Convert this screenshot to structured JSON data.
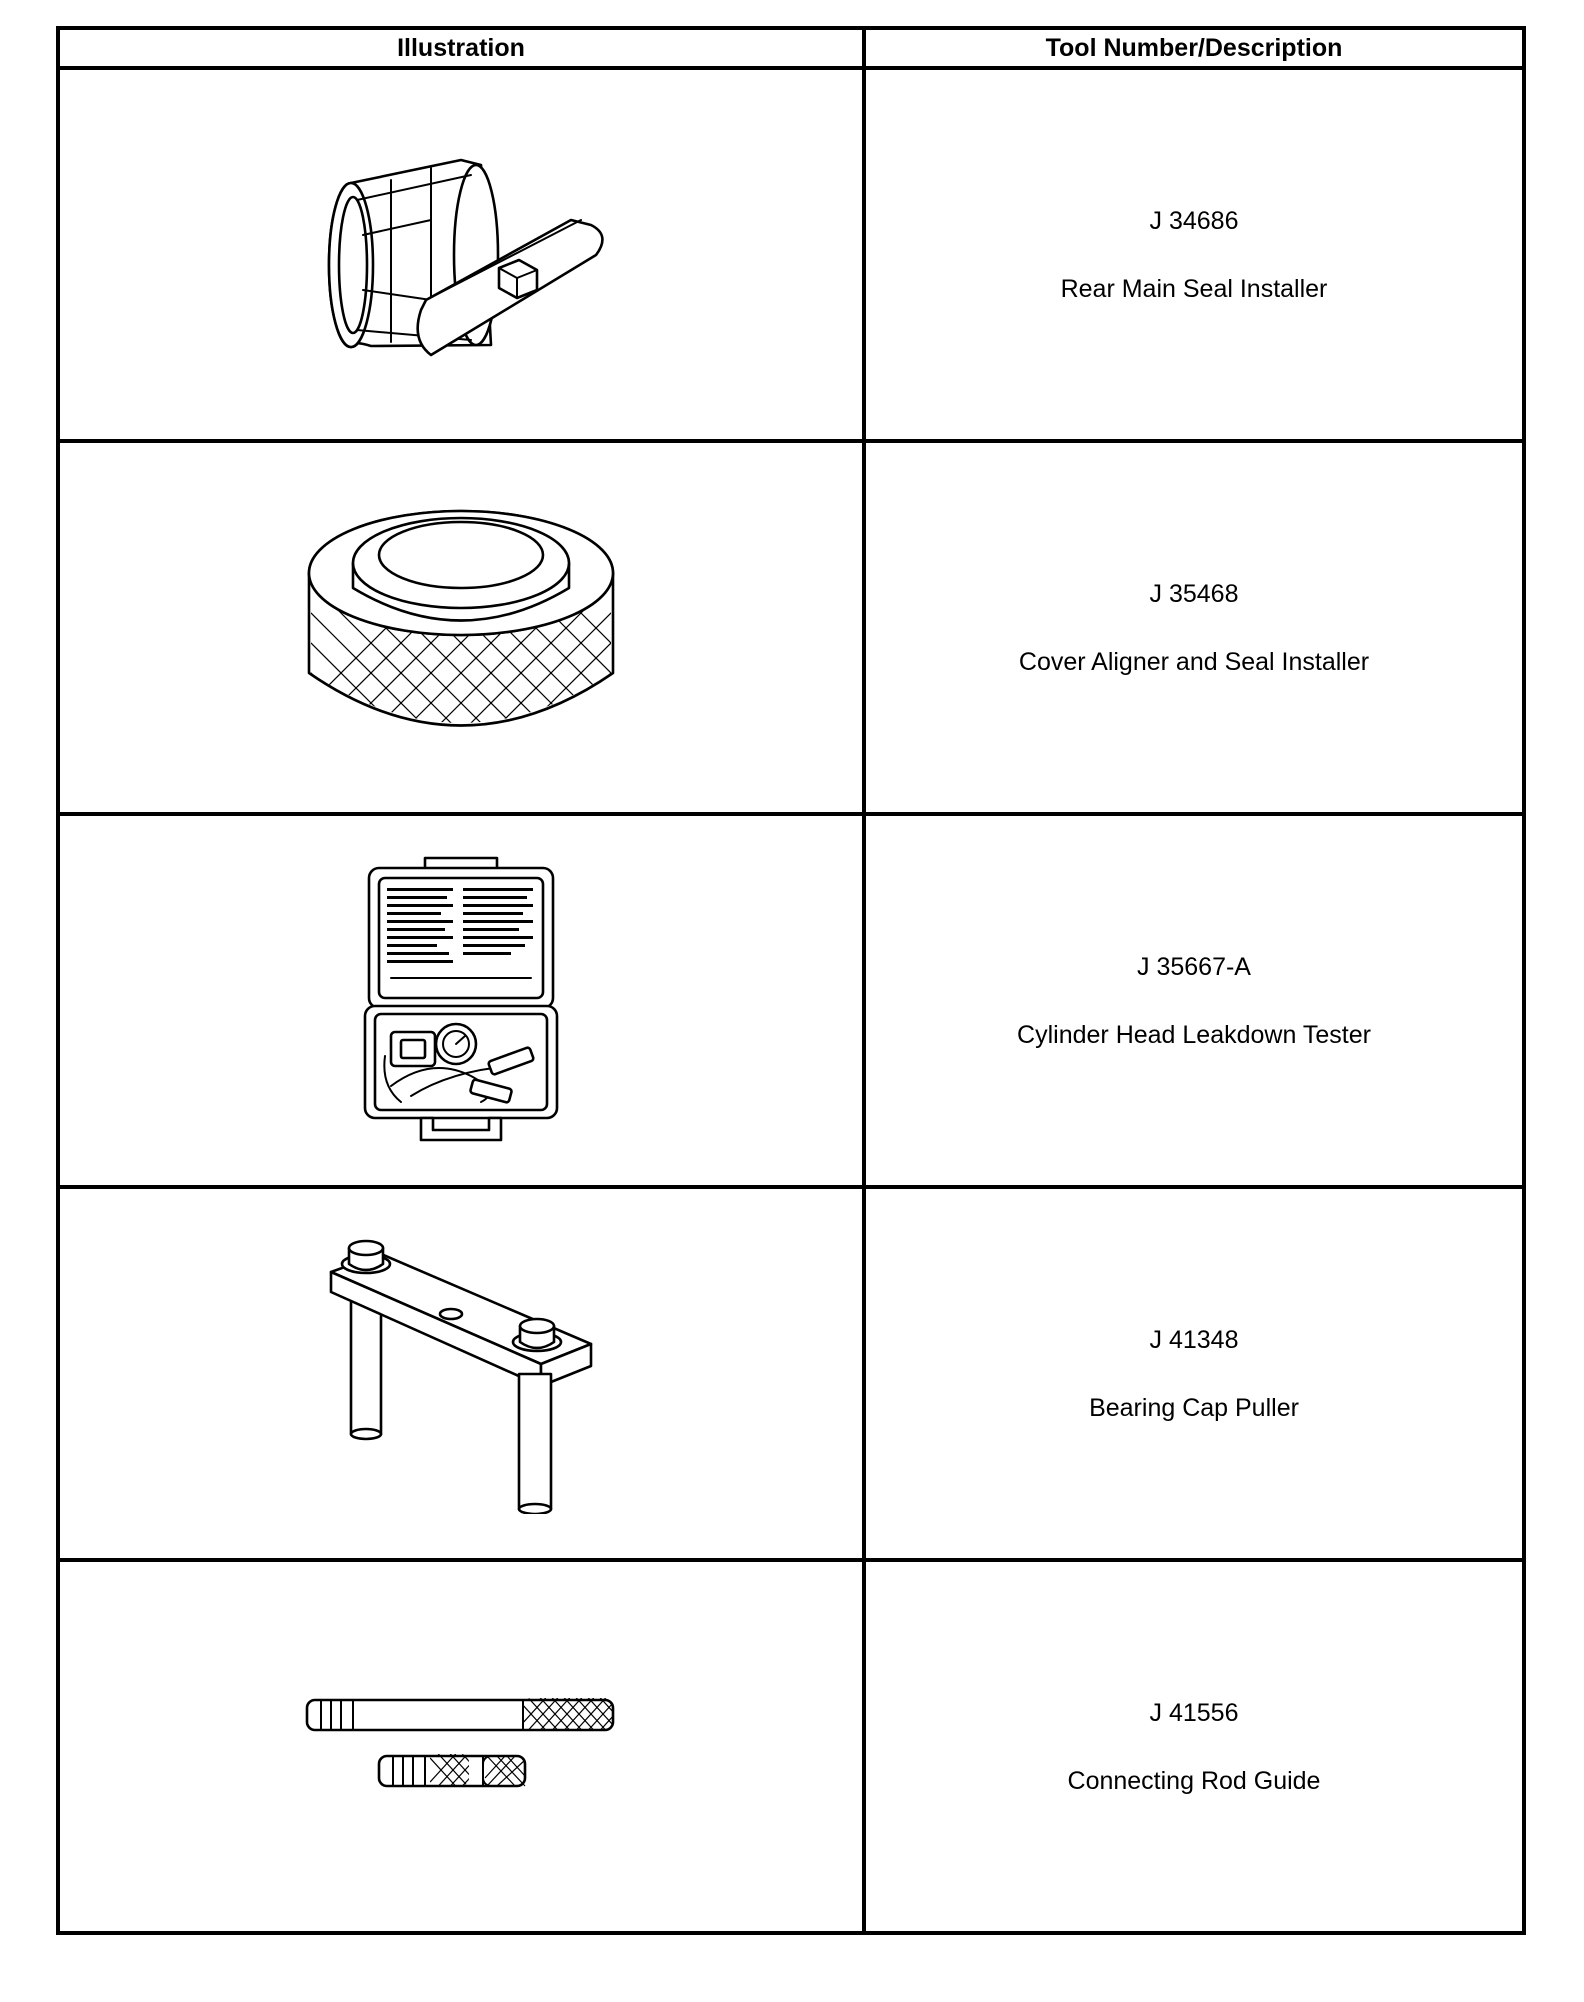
{
  "table": {
    "headers": [
      "Illustration",
      "Tool Number/Description"
    ],
    "rows": [
      {
        "number": "J 34686",
        "description": "Rear Main Seal Installer",
        "icon": "seal-installer-icon"
      },
      {
        "number": "J 35468",
        "description": "Cover Aligner and Seal Installer",
        "icon": "cover-aligner-icon"
      },
      {
        "number": "J 35667-A",
        "description": "Cylinder Head Leakdown Tester",
        "icon": "leakdown-tester-case-icon"
      },
      {
        "number": "J 41348",
        "description": "Bearing Cap Puller",
        "icon": "bearing-cap-puller-icon"
      },
      {
        "number": "J 41556",
        "description": "Connecting Rod Guide",
        "icon": "connecting-rod-guide-icon"
      }
    ]
  }
}
